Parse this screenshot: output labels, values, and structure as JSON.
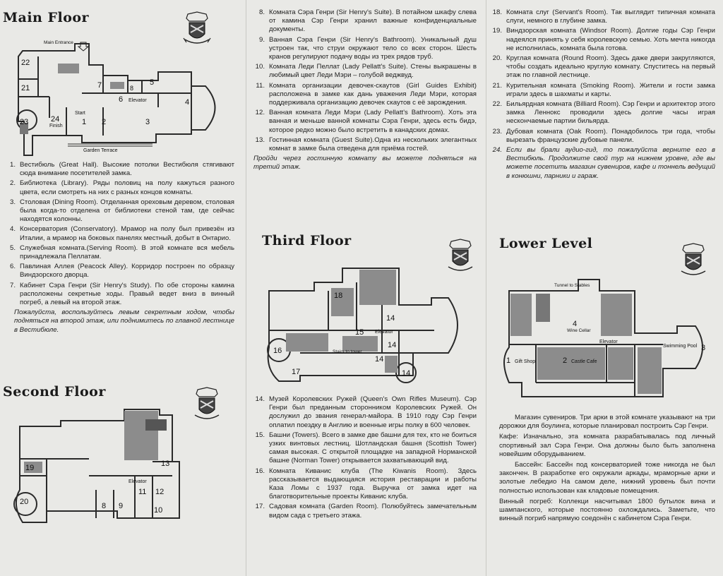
{
  "main_floor": {
    "heading": "Main Floor",
    "plan_labels": {
      "main_entrance": "Main Entrance",
      "start": "Start",
      "finish": "Finish",
      "elevator": "Elevator",
      "garden_terrace": "Garden Terrace",
      "rooms": [
        "22",
        "21",
        "23",
        "24",
        "1",
        "2",
        "3",
        "4",
        "5",
        "6",
        "7",
        "8"
      ]
    },
    "items": [
      {
        "num": "1.",
        "text": "Вестибюль (Great Hall). Высокие потолки Вестибюля стягивают сюда внимание посетителей замка."
      },
      {
        "num": "2.",
        "text": "Библиотека (Library). Ряды половиц на полу кажуться разного цвета, если смотреть на них с разных концов комнаты."
      },
      {
        "num": "3.",
        "text": "Столовая (Dining Room). Отделанная ореховым деревом, столовая была когда-то отделена от библиотеки стеной там, где сейчас находятся колонны."
      },
      {
        "num": "4.",
        "text": "Консерватория (Conservatory). Мрамор на полу был привезён из Италии, а мрамор на боковых панелях местный, добыт в Онтарио."
      },
      {
        "num": "5.",
        "text": "Служебная комната.(Serving Room). В этой комнате вся мебель принадлежала Пеллатам."
      },
      {
        "num": "6.",
        "text": "Павлиная Аллея (Peacock Alley). Корридор построен по образцу Виндзорского дворца."
      },
      {
        "num": "7.",
        "text": "Кабинет Сэра Генри (Sir Henry's Study). По обе стороны камина расположены секретные ходы. Правый ведет вниз в винный погреб, а левый на второй этаж."
      }
    ],
    "note": "Пожалуйста, воспользуйтесь левым секретным ходом, чтобы подняться на второй этаж, или поднимитесь по главной лестнице в Вестибюле."
  },
  "second_floor": {
    "heading": "Second Floor",
    "plan_labels": {
      "elevator": "Elevator",
      "rooms": [
        "19",
        "13",
        "11",
        "12",
        "20",
        "8",
        "9",
        "10"
      ]
    },
    "items": [
      {
        "num": "8.",
        "text": "Комната Сэра Генри (Sir Henry's Suite). В потайном шкафу слева от камина Сэр Генри хранил важные конфиденциальные документы."
      },
      {
        "num": "9.",
        "text": "Ванная Сэра Генри (Sir Henry's Bathroom). Уникальный душ устроен так, что струи окружают тело со всех сторон. Шесть кранов регулируют подачу воды из трех рядов труб."
      },
      {
        "num": "10.",
        "text": "Комната Леди Пеллат (Lady Pellatt's Suite). Стены выкрашены в любимый цвет Леди Мэри – голубой веджвуд."
      },
      {
        "num": "11.",
        "text": "Комната организации девочек-скаутов (Girl Guides Exhibit) расположена в замке как дань уважения Леди Мэри, которая поддерживала организацию девочек скаутов с её зарождения."
      },
      {
        "num": "12.",
        "text": "Ванная комната Леди Мэри (Lady Pellatt's Bathroom). Хоть эта ванная и меньше ванной комнаты Сэра Генри, здесь есть бидэ, которое редко можно было встретить в канадских домах."
      },
      {
        "num": "13.",
        "text": "Гостинная комната (Guest Suite).Одна из нескольких элегантных комнат в замке была отведена для приёма гостей."
      }
    ],
    "note": "Пройди через гостинную комнату вы можете подняться на третий этаж."
  },
  "third_floor": {
    "heading": "Third Floor",
    "plan_labels": {
      "elevator": "Elevator",
      "stairs_to_tower": "Stairs to tower",
      "rooms": [
        "18",
        "14",
        "15",
        "16",
        "17",
        "14",
        "14",
        "14"
      ]
    },
    "items": [
      {
        "num": "14.",
        "text": "Музей Королевских Ружей (Queen's Own Rifles Museum). Сэр Генри был преданным сторонником Королевских Ружей. Он дослужил до звания генерал-майора. В 1910 году Сэр Генри оплатил поездку в Англию и военные игры полку в 600 человек."
      },
      {
        "num": "15.",
        "text": "Башни (Towers). Всего в замке две башни для тех, кто не боиться узких винтовых лестниц. Шотландская башня (Scottish Tower) самая высокая. С открытой площадке на западной Норманской башне (Norman Tower) открывается захватывающий вид."
      },
      {
        "num": "16.",
        "text": "Комната Киванис клуба (The Kiwanis Room). Здесь рассказывается выдающаяся история реставрации и работы Каза Ломы с 1937 года. Выручка от замка идет на благотворительные проекты Киванис клуба."
      },
      {
        "num": "17.",
        "text": "Садовая комната (Garden Room). Полюбуйтесь замечательным видом сада с третьего этажа."
      },
      {
        "num": "18.",
        "text": "Комната слуг (Servant's Room). Так выглядит типичная комната слуги, немного в глубине замка."
      },
      {
        "num": "19.",
        "text": "Виндзорская комната (Windsor Room). Долгие годы Сэр Генри надеялся принять у себя королевскую семью. Хоть мечта никогда не исполнилась, комната была готова."
      },
      {
        "num": "20.",
        "text": "Круглая комната (Round Room). Здесь даже двери закругляются, чтобы создать идеально круглую комнату. Спуститесь на первый этаж по главной лестнице."
      },
      {
        "num": "21.",
        "text": "Курительная комната (Smoking Room). Жители и гости замка играли здесь в шахматы и карты."
      },
      {
        "num": "22.",
        "text": "Бильярдная комната (Billiard Room). Сэр Генри и архитектор этого замка Леннокс проводили здесь долгие часы играя нескончаемые партии бильярда."
      },
      {
        "num": "23.",
        "text": "Дубовая комната (Oak Room). Понадобилось три года, чтобы вырезать французские дубовые панели."
      }
    ],
    "item24": {
      "num": "24.",
      "text": "Если вы брали аудио-гид, то пожалуйста верните его в Вестибюль. Продолжите свой тур на нижнем уровне, где вы можете посетить магазин сувениров, кафе и тоннель ведущий в конюшни, парники и гараж."
    }
  },
  "lower_level": {
    "heading": "Lower Level",
    "plan_labels": {
      "tunnel": "Tunnel to Stables",
      "wine_cellar": "Wine Cellar",
      "elevator": "Elevator",
      "gift_shop": "Gift Shop",
      "cafe": "Castle Cafe",
      "pool": "Swimming Pool",
      "rooms": [
        "4",
        "1",
        "2",
        "3"
      ]
    },
    "paragraphs": [
      {
        "text": "Магазин сувениров. Три арки в этой комнате указывают на три дорожки для боулинга, которые планировал построить Сэр Генри.",
        "indent": true
      },
      {
        "text": "Кафе: Изначально, эта комната разрабатывалась под личный спортивный зал Сэра Генри. Она должны было быть заполнена новейшим оборудыванием.",
        "indent": false
      },
      {
        "text": "Бассейн: Бассейн под консерваторией тоже никогда не был закончен. В разработке его окружали аркады, мраморные арки и золотые лебедио На самом деле, нижний уровень был почти полностью использован как кладовые помещения.",
        "indent": true
      },
      {
        "text": "Винный погреб: Коллекци насчитывал 1800 бутылок вина и шампанского, которые постоянно охлождались. Заметьте, что винный погриб напрямую соедонён с кабинетом Сэра Генри.",
        "indent": false
      }
    ]
  },
  "colors": {
    "paper": "#e9e9e6",
    "ink": "#1e1e1e",
    "wall": "#2a2a2a",
    "hatch": "#8c8c8c"
  }
}
